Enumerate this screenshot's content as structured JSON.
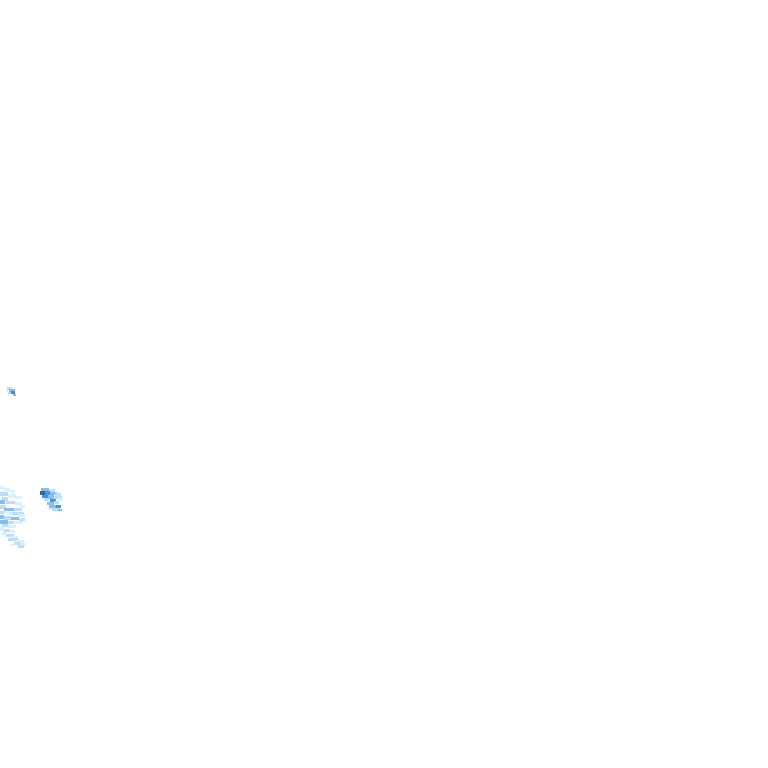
{
  "map": {
    "background": "#ffffff",
    "layer": "precipitation-radar-overlay",
    "palette": {
      "very_light": "#d9efff",
      "light": "#b7dcfa",
      "medium": "#7fbcee",
      "strong": "#3a8fd8",
      "intense": "#1f5fa8"
    },
    "echo_clusters": [
      {
        "name": "small-echo-west",
        "intensity": "medium"
      },
      {
        "name": "broad-echo-southwest",
        "intensity": "light"
      },
      {
        "name": "compact-echo-south",
        "intensity": "intense"
      }
    ]
  }
}
